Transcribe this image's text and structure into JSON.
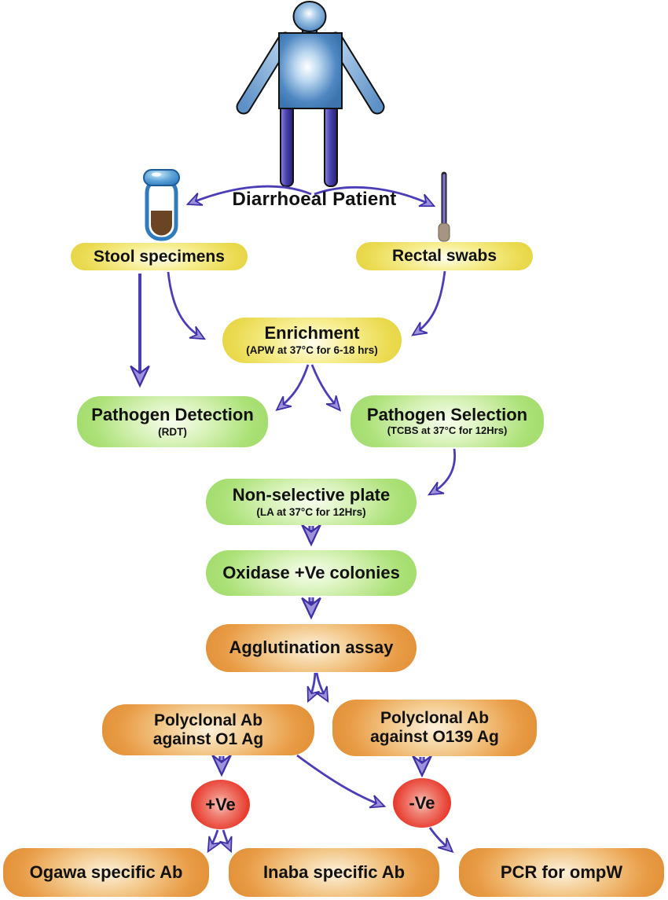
{
  "diagram": {
    "patient_label": "Diarrhoeal Patient",
    "nodes": {
      "stool": "Stool specimens",
      "rectal": "Rectal swabs",
      "enrichment": "Enrichment",
      "enrichment_sub": "(APW at 37°C for 6-18 hrs)",
      "detection": "Pathogen Detection",
      "detection_sub": "(RDT)",
      "selection": "Pathogen Selection",
      "selection_sub": "(TCBS at 37°C for 12Hrs)",
      "plate": "Non-selective plate",
      "plate_sub": "(LA at 37°C for 12Hrs)",
      "oxidase": "Oxidase +Ve colonies",
      "agglutination": "Agglutination assay",
      "polyclonal_o1_line1": "Polyclonal Ab",
      "polyclonal_o1_line2": "against O1 Ag",
      "polyclonal_o139_line1": "Polyclonal Ab",
      "polyclonal_o139_line2": "against O139 Ag",
      "positive": "+Ve",
      "negative": "-Ve",
      "ogawa": "Ogawa specific Ab",
      "inaba": "Inaba specific Ab",
      "pcr": "PCR for ompW"
    },
    "icons": {
      "patient": "patient-figure-icon",
      "stool": "specimen-tube-icon",
      "swab": "rectal-swab-icon"
    },
    "colors": {
      "node_yellow": "#E8D84A",
      "node_green": "#9FDD68",
      "node_orange": "#E2913C",
      "node_red": "#E6352A",
      "arrow_purple": "#4B3DB8",
      "arrow_fill": "#9E92DC",
      "patient_blue": "#4E87C2",
      "leg_purple": "#3A32A0",
      "text": "#111111"
    }
  }
}
